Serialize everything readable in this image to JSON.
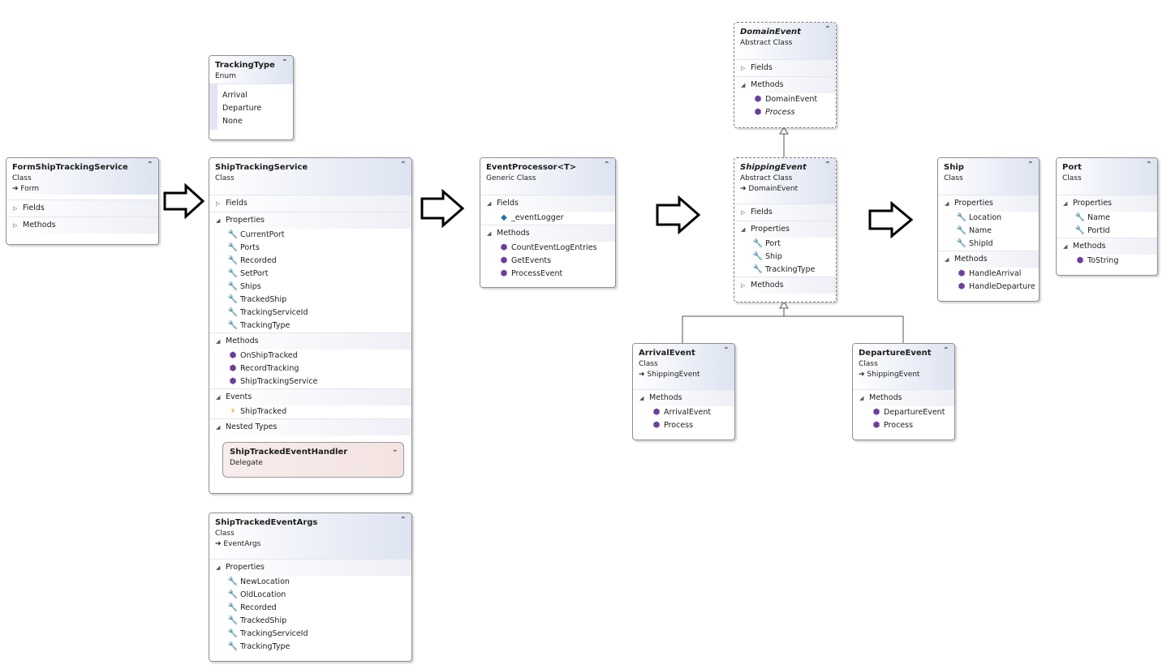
{
  "tracking_type": {
    "title": "TrackingType",
    "kind": "Enum",
    "values": [
      "Arrival",
      "Departure",
      "None"
    ]
  },
  "form_ship": {
    "title": "FormShipTrackingService",
    "kind": "Class",
    "base": "Form",
    "sections": [
      "Fields",
      "Methods"
    ]
  },
  "ship_tracking": {
    "title": "ShipTrackingService",
    "kind": "Class",
    "sec_fields": "Fields",
    "sec_props": "Properties",
    "sec_methods": "Methods",
    "sec_events": "Events",
    "sec_nested": "Nested Types",
    "properties": [
      "CurrentPort",
      "Ports",
      "Recorded",
      "SetPort",
      "Ships",
      "TrackedShip",
      "TrackingServiceId",
      "TrackingType"
    ],
    "methods": [
      "OnShipTracked",
      "RecordTracking",
      "ShipTrackingService"
    ],
    "events": [
      "ShipTracked"
    ],
    "nested": {
      "title": "ShipTrackedEventHandler",
      "kind": "Delegate"
    }
  },
  "ship_tracked_args": {
    "title": "ShipTrackedEventArgs",
    "kind": "Class",
    "base": "EventArgs",
    "sec_props": "Properties",
    "properties": [
      "NewLocation",
      "OldLocation",
      "Recorded",
      "TrackedShip",
      "TrackingServiceId",
      "TrackingType"
    ]
  },
  "event_processor": {
    "title": "EventProcessor<T>",
    "kind": "Generic Class",
    "sec_fields": "Fields",
    "sec_methods": "Methods",
    "fields": [
      "_eventLogger"
    ],
    "methods": [
      "CountEventLogEntries",
      "GetEvents",
      "ProcessEvent"
    ]
  },
  "domain_event": {
    "title": "DomainEvent",
    "kind": "Abstract Class",
    "sec_fields": "Fields",
    "sec_methods": "Methods",
    "methods": [
      "DomainEvent",
      "Process"
    ]
  },
  "shipping_event": {
    "title": "ShippingEvent",
    "kind": "Abstract Class",
    "base": "DomainEvent",
    "sec_fields": "Fields",
    "sec_props": "Properties",
    "sec_methods": "Methods",
    "properties": [
      "Port",
      "Ship",
      "TrackingType"
    ]
  },
  "arrival_event": {
    "title": "ArrivalEvent",
    "kind": "Class",
    "base": "ShippingEvent",
    "sec_methods": "Methods",
    "methods": [
      "ArrivalEvent",
      "Process"
    ]
  },
  "departure_event": {
    "title": "DepartureEvent",
    "kind": "Class",
    "base": "ShippingEvent",
    "sec_methods": "Methods",
    "methods": [
      "DepartureEvent",
      "Process"
    ]
  },
  "ship": {
    "title": "Ship",
    "kind": "Class",
    "sec_props": "Properties",
    "sec_methods": "Methods",
    "properties": [
      "Location",
      "Name",
      "ShipId"
    ],
    "methods": [
      "HandleArrival",
      "HandleDeparture"
    ]
  },
  "port": {
    "title": "Port",
    "kind": "Class",
    "sec_props": "Properties",
    "sec_methods": "Methods",
    "properties": [
      "Name",
      "PortId"
    ],
    "methods": [
      "ToString"
    ]
  },
  "icons": {
    "collapse": "chevron-double-up-icon",
    "expand": "chevron-double-down-icon",
    "property": "wrench-icon",
    "method": "method-cube-icon",
    "field": "field-icon",
    "event": "lightning-icon",
    "inherit": "inherit-arrow-icon",
    "flow": "block-arrow-icon"
  },
  "colors": {
    "header_gradient": "#dde3f1",
    "enum_strip": "#e7e1f3",
    "delegate_fill": "#f3e3e1",
    "method_icon": "#6a3f9c",
    "event_icon": "#e08a00"
  }
}
